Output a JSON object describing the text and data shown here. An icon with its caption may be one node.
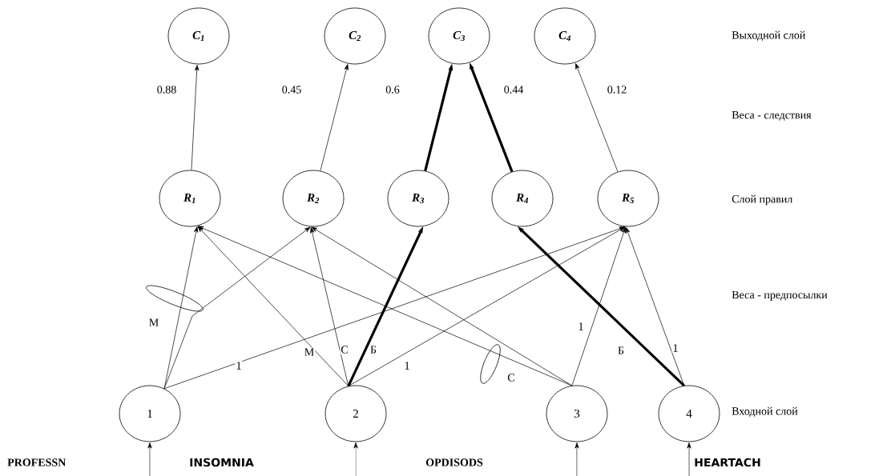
{
  "diagram": {
    "nodes": [
      {
        "text": [
          "C$_{1}$"
        ]
      },
      {
        "text": [
          "C$_{2}$"
        ]
      },
      {
        "text": [
          "C$_{3}$"
        ]
      },
      {
        "text": [
          "C$_{4}$"
        ]
      },
      {
        "text": [
          "R$_{1}$"
        ]
      },
      {
        "text": [
          "R$_{2}$"
        ]
      },
      {
        "text": [
          "R$_{3}$"
        ]
      },
      {
        "text": [
          "R$_{4}$"
        ]
      },
      {
        "text": [
          "R$_{5}$"
        ]
      },
      {
        "text": [
          "1"
        ]
      },
      {
        "text": [
          "2"
        ]
      },
      {
        "text": [
          "3"
        ]
      },
      {
        "text": [
          "4"
        ]
      }
    ],
    "edges": [
      {
        "from": 4,
        "to": 0,
        "arrow": "to",
        "label": "0.88"
      },
      {
        "from": 5,
        "to": 1,
        "arrow": "to",
        "label": "0.45"
      },
      {
        "from": 6,
        "to": 2,
        "arrow": "to",
        "label": "0.6",
        "style": "thick"
      },
      {
        "from": 7,
        "to": 2,
        "arrow": "to",
        "label": "0.44",
        "style": "thick"
      },
      {
        "from": 8,
        "to": 3,
        "arrow": "to",
        "label": "0.12"
      },
      {
        "from": 9,
        "to": 4,
        "arrow": "to"
      },
      {
        "from": 9,
        "to": 5,
        "arrow": "to"
      },
      {
        "from": 9,
        "to": 8,
        "arrow": "to",
        "label": "1"
      },
      {
        "from": 10,
        "to": 4,
        "arrow": "to",
        "label": "М"
      },
      {
        "from": 10,
        "to": 5,
        "arrow": "to",
        "label": "С"
      },
      {
        "from": 10,
        "to": 6,
        "arrow": "to",
        "label": "Б",
        "style": "thick"
      },
      {
        "from": 10,
        "to": 8,
        "arrow": "to",
        "label": "1"
      },
      {
        "from": 11,
        "to": 4,
        "arrow": "to"
      },
      {
        "from": 11,
        "to": 5,
        "arrow": "to"
      },
      {
        "from": 11,
        "to": 8,
        "arrow": "to",
        "label": "1"
      },
      {
        "from": 12,
        "to": 7,
        "arrow": "to",
        "label": "Б",
        "style": "thick"
      },
      {
        "from": 12,
        "to": 8,
        "arrow": "to",
        "label": "1"
      },
      {
        "from": null,
        "to": 9,
        "arrow": "to"
      },
      {
        "from": null,
        "to": 10,
        "arrow": "to"
      },
      {
        "from": null,
        "to": 11,
        "arrow": "to"
      },
      {
        "from": null,
        "to": 12,
        "arrow": "to"
      }
    ],
    "labels": [
      "Выходной слой",
      "Веса - следствия",
      "Слой правил",
      "Веса - предпосылки",
      "М",
      "С",
      "Входной слой",
      "PROFESSN",
      "INSOMNIA",
      "OPDISODS",
      "HEARTACH"
    ]
  }
}
